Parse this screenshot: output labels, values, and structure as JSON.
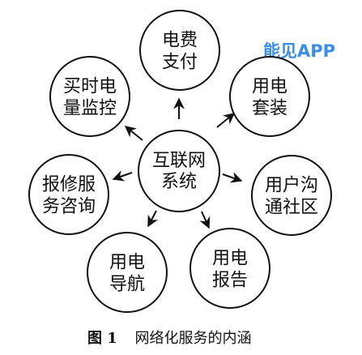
{
  "watermark": "能见APP",
  "caption": {
    "number": "图 1",
    "title": "网络化服务的内涵"
  },
  "center_node": {
    "lines": [
      "互联网",
      "系统"
    ]
  },
  "nodes": [
    {
      "id": "payment",
      "lines": [
        "电费",
        "支付"
      ]
    },
    {
      "id": "package",
      "lines": [
        "用电",
        "套装"
      ]
    },
    {
      "id": "community",
      "lines": [
        "用户沟",
        "通社区"
      ]
    },
    {
      "id": "report",
      "lines": [
        "用电",
        "报告"
      ]
    },
    {
      "id": "navigation",
      "lines": [
        "用电",
        "导航"
      ]
    },
    {
      "id": "repair",
      "lines": [
        "报修服",
        "务咨询"
      ]
    },
    {
      "id": "monitor",
      "lines": [
        "买时电",
        "量监控"
      ]
    }
  ]
}
